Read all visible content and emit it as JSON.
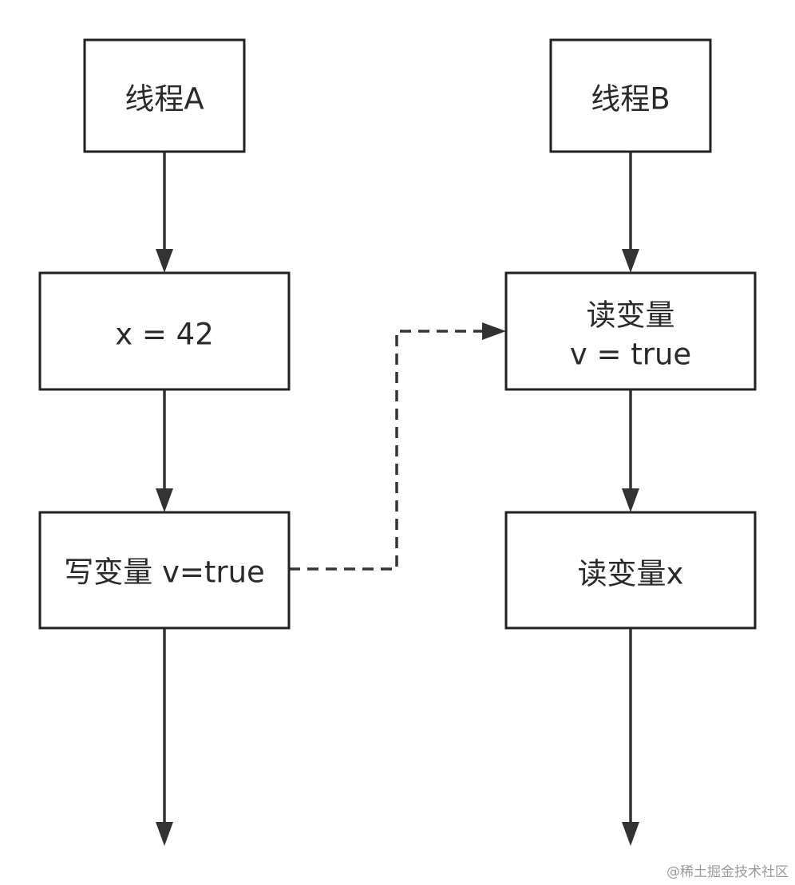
{
  "nodes": {
    "thread_a": {
      "label": "线程A"
    },
    "write_x": {
      "label": "x = 42"
    },
    "write_v": {
      "label": "写变量 v=true"
    },
    "thread_b": {
      "label": "线程B"
    },
    "read_v": {
      "line1": "读变量",
      "line2": "v = true"
    },
    "read_x": {
      "label": "读变量x"
    }
  },
  "watermark": "@稀土掘金技术社区",
  "colors": {
    "stroke": "#222222",
    "text": "#2a2a2a",
    "watermark": "#9a9a9a"
  }
}
